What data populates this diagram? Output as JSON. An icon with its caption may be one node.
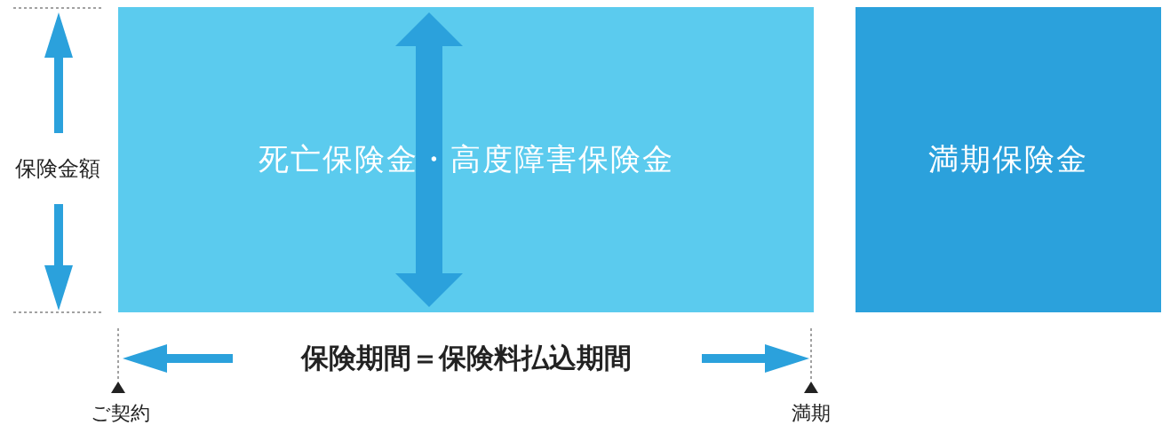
{
  "diagram": {
    "nodes": [
      {
        "text": [
          "死亡保険金・高度障害保険金"
        ]
      },
      {
        "text": [
          "満期保険金"
        ]
      }
    ],
    "edges": [],
    "labels": [
      "保険金額",
      "保険期間＝保険料払込期間",
      "ご契約",
      "満期"
    ]
  }
}
